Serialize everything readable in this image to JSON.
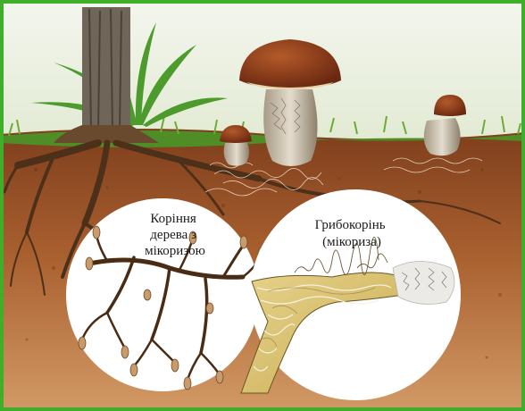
{
  "labels": {
    "tree_roots": [
      "Коріння",
      "дерева з",
      "мікоризою"
    ],
    "mycorrhiza": [
      "Грибокорінь",
      "(мікориза)"
    ]
  },
  "colors": {
    "frame": "#3fae2a",
    "sky": "#eef3e6",
    "grass": "#5f9e2f",
    "soil_top": "#8f4a23",
    "soil_bottom": "#c98a55",
    "root": "#5a3a22",
    "mushroom_cap": "#8b3a1c",
    "mushroom_stem": "#cfc3b0",
    "circle_bg": "#ffffff",
    "mycelium": "#f1e7d6",
    "root_section": "#d9c070"
  },
  "icons": [
    "tree-trunk-icon",
    "fern-icon",
    "mushroom-icon",
    "mycelium-icon",
    "root-branch-icon"
  ]
}
